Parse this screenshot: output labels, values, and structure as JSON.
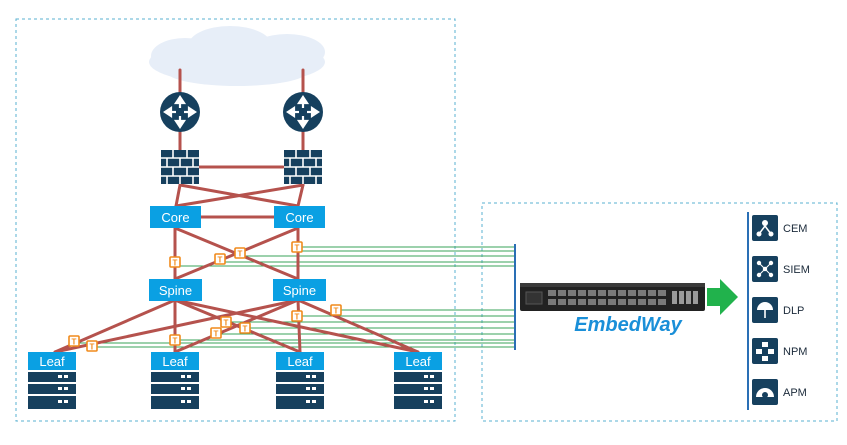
{
  "nodes": {
    "core": [
      "Core",
      "Core"
    ],
    "spine": [
      "Spine",
      "Spine"
    ],
    "leaf": [
      "Leaf",
      "Leaf",
      "Leaf",
      "Leaf"
    ]
  },
  "tap_label": "T",
  "brand": "EmbedWay",
  "tools": [
    {
      "label": "CEM",
      "icon": "cem-icon"
    },
    {
      "label": "SIEM",
      "icon": "siem-icon"
    },
    {
      "label": "DLP",
      "icon": "dlp-icon"
    },
    {
      "label": "NPM",
      "icon": "npm-icon"
    },
    {
      "label": "APM",
      "icon": "apm-icon"
    }
  ],
  "colors": {
    "link": "#b5524d",
    "tap_line": "#3aa35a",
    "node_fill": "#0aa0e3",
    "device_dark": "#16405e",
    "accent_green": "#21b24c",
    "dashed_border": "#5ab0d0"
  }
}
